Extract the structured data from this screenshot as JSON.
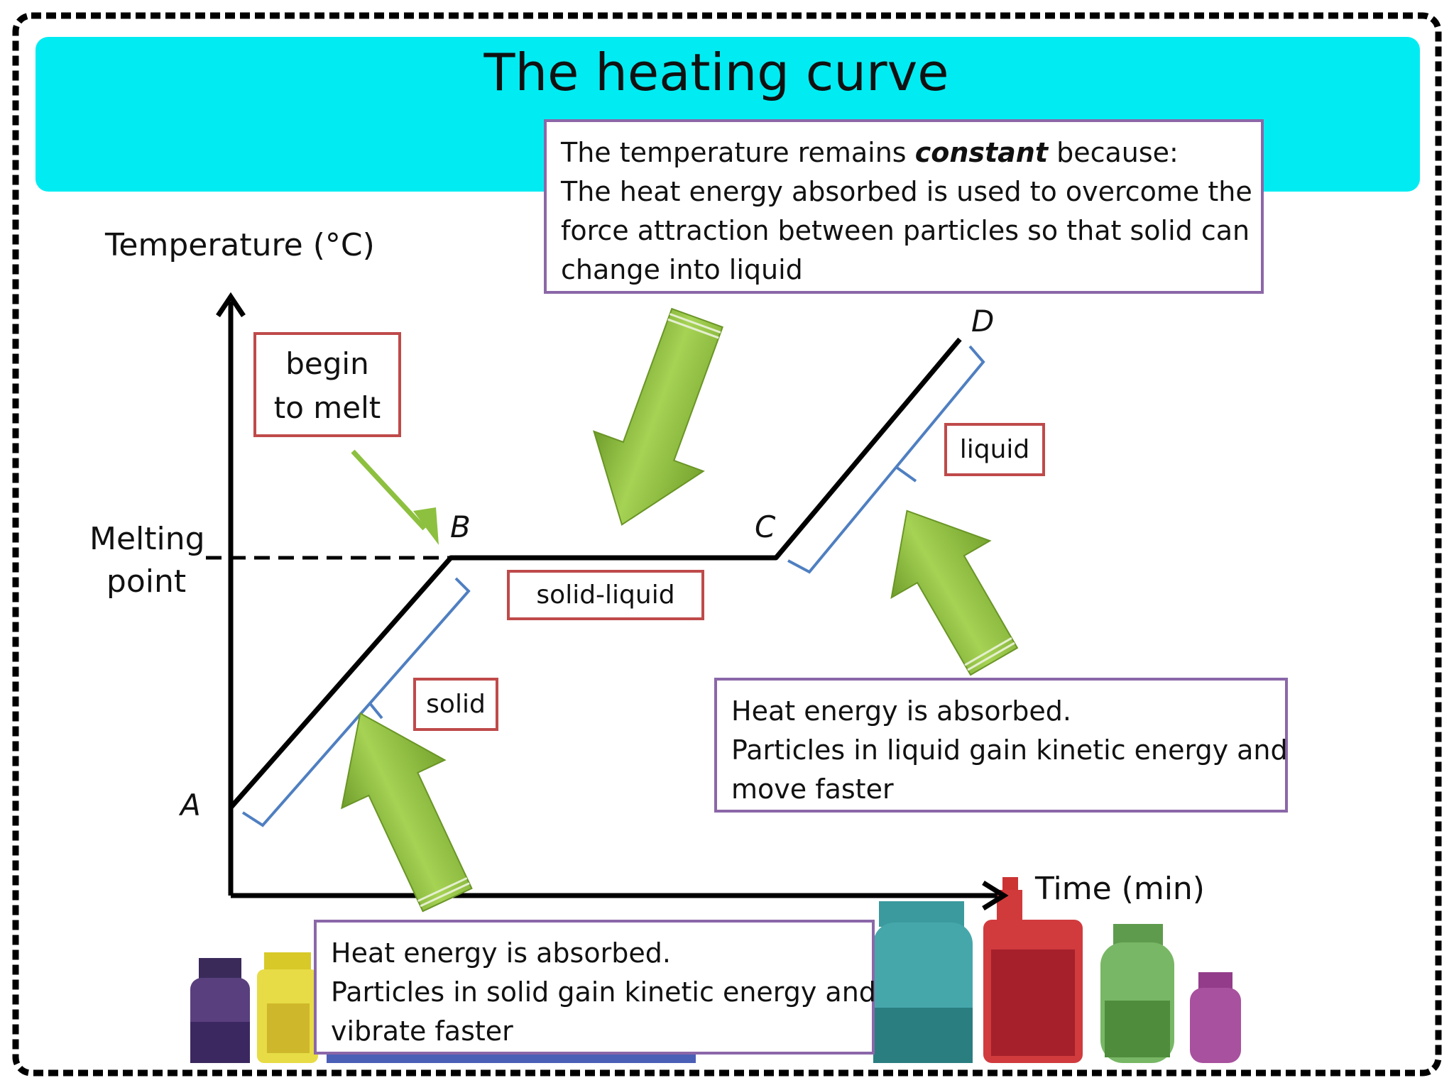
{
  "title": "The heating curve",
  "axes": {
    "y_label": "Temperature (°C)",
    "x_label": "Time (min)",
    "melting_label_line1": "Melting",
    "melting_label_line2": "point"
  },
  "points": {
    "a": "A",
    "b": "B",
    "c": "C",
    "d": "D"
  },
  "labels": {
    "begin_line1": "begin",
    "begin_line2": "to melt",
    "solid": "solid",
    "solid_liquid": "solid-liquid",
    "liquid": "liquid"
  },
  "notes": {
    "constant_before": "The temperature remains ",
    "constant_em": "constant",
    "constant_after": " because:",
    "constant_line2": "The heat energy absorbed is used to overcome the",
    "constant_line3": "force attraction between particles so that solid can",
    "constant_line4": "change into liquid",
    "liquid_line1": "Heat energy is absorbed.",
    "liquid_line2": "Particles in liquid gain kinetic energy and",
    "liquid_line3": "move faster",
    "solid_line1": "Heat energy is absorbed.",
    "solid_line2": "Particles in solid gain kinetic energy and",
    "solid_line3": "vibrate faster"
  },
  "colors": {
    "title_band": "#00ecf2",
    "curve": "#000000",
    "arrow_fill": "#8dc03f",
    "bracket": "#4f7fc1",
    "note_border": "#8b67a8",
    "label_border": "#bf4a4a"
  }
}
